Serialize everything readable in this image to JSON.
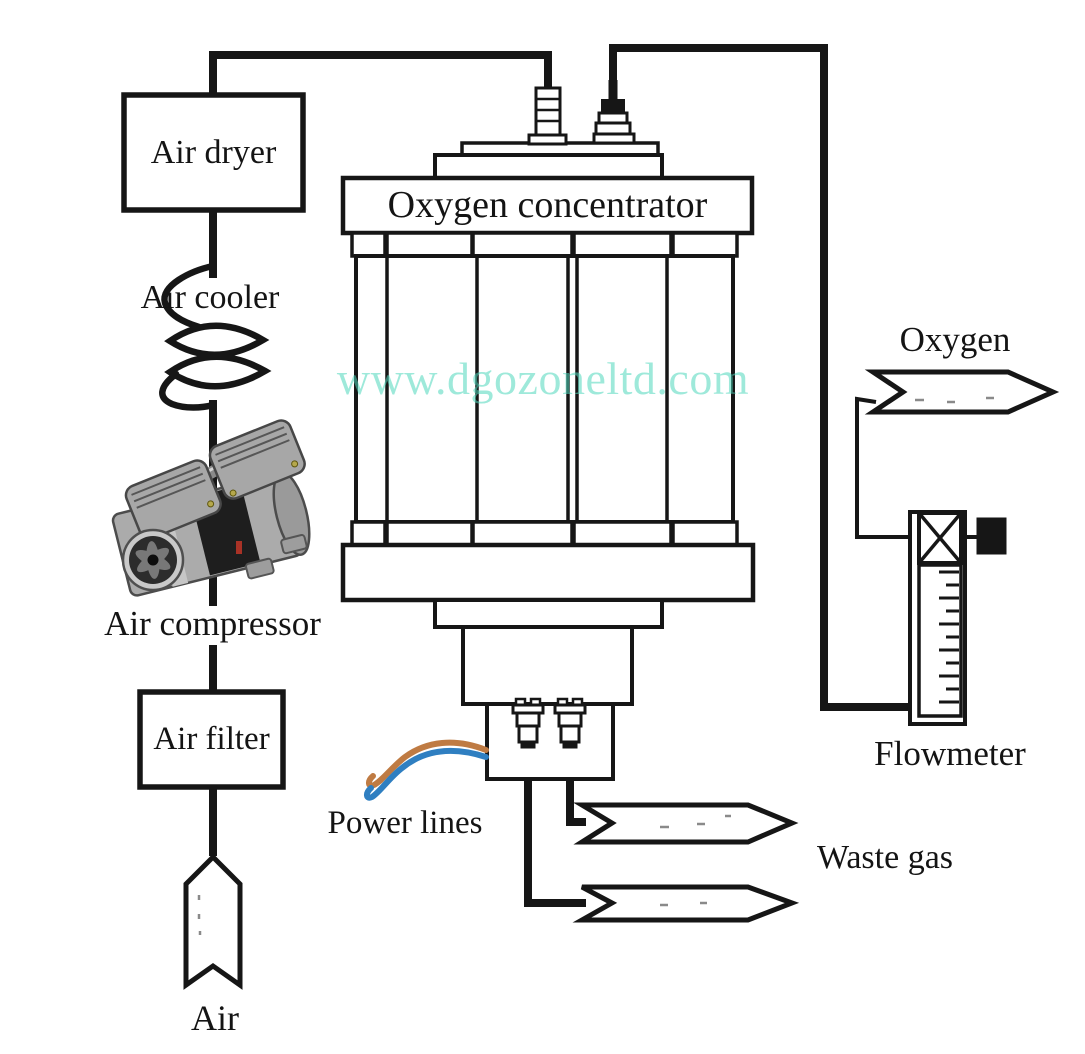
{
  "diagram": {
    "title_band": "Oxygen concentrator",
    "components": {
      "air_dryer": "Air dryer",
      "air_cooler": "Air cooler",
      "air_compressor": "Air compressor",
      "air_filter": "Air filter",
      "air_inlet": "Air",
      "oxygen_outlet": "Oxygen",
      "flowmeter": "Flowmeter",
      "waste_gas": "Waste gas",
      "power_lines": "Power lines"
    },
    "watermark": "www.dgozoneltd.com",
    "colors": {
      "line": "#161616",
      "power_orange": "#bf7b43",
      "power_blue": "#2f7fc1",
      "watermark": "#4fd8bd"
    }
  }
}
